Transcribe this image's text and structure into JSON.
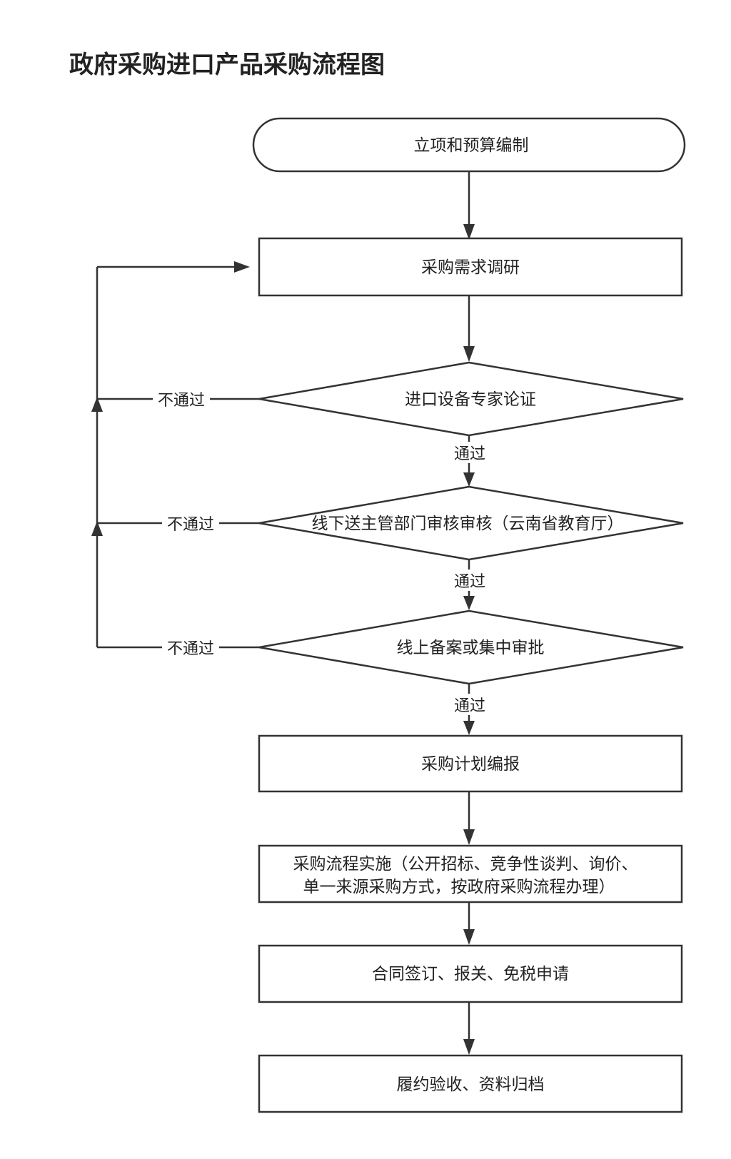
{
  "title": "政府采购进口产品采购流程图",
  "nodes": {
    "budget": "立项和预算编制",
    "research": "采购需求调研",
    "expert_review": "进口设备专家论证",
    "dept_review": "线下送主管部门审核审核（云南省教育厅）",
    "filing": "线上备案或集中审批",
    "plan": "采购计划编报",
    "implement_line1": "采购流程实施（公开招标、竞争性谈判、询价、",
    "implement_line2": "单一来源采购方式，按政府采购流程办理）",
    "contract": "合同签订、报关、免税申请",
    "acceptance": "履约验收、资料归档"
  },
  "labels": {
    "pass": "通过",
    "fail": "不通过"
  }
}
